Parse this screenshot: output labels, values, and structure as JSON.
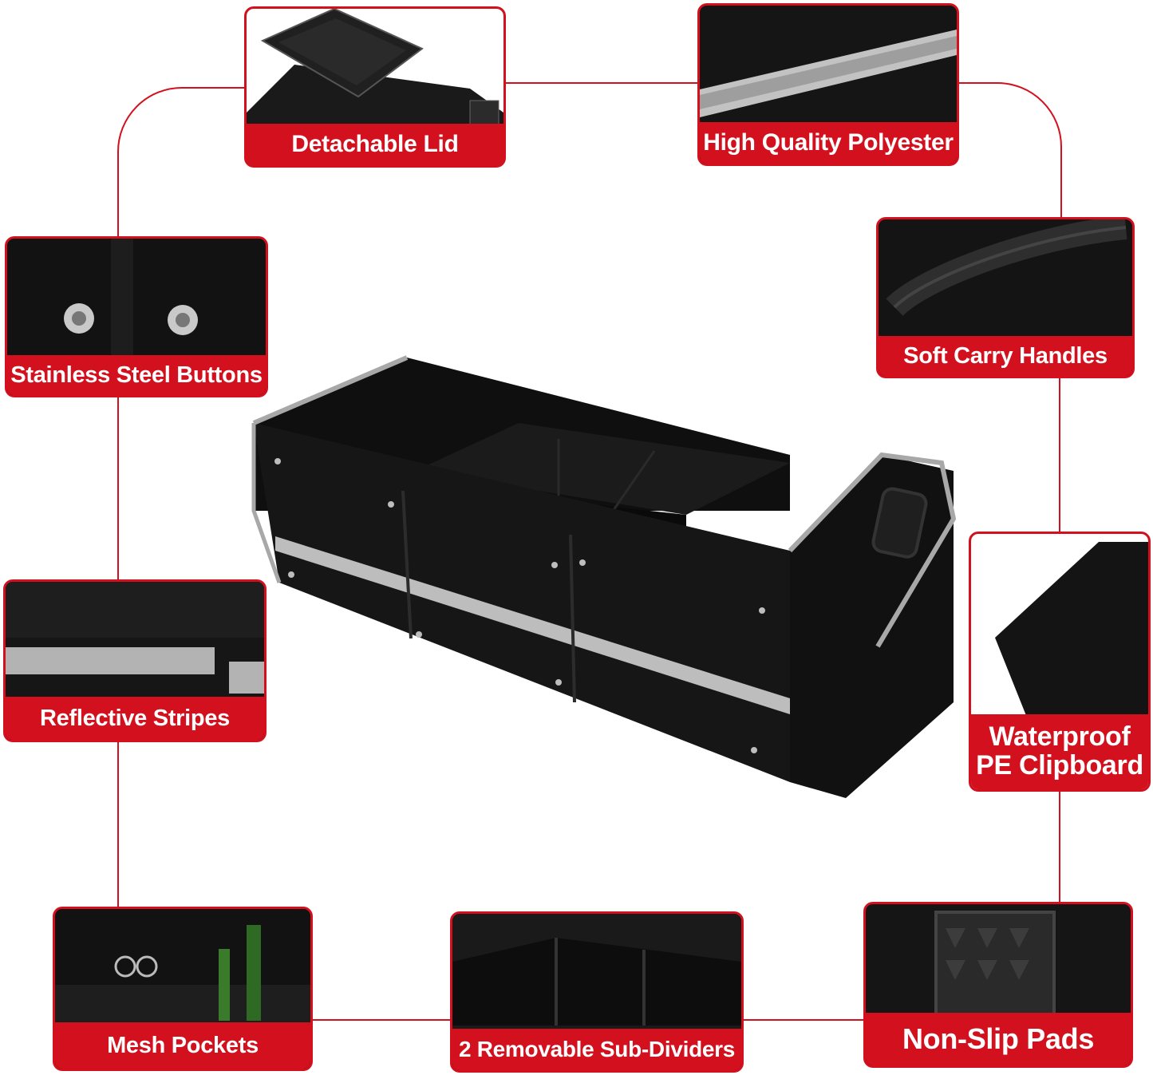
{
  "colors": {
    "accent": "#d3111e",
    "fabric": "#111111",
    "reflective": "#b9b9b9"
  },
  "features": [
    {
      "id": "detachable-lid",
      "label": "Detachable Lid"
    },
    {
      "id": "polyester",
      "label": "High Quality Polyester"
    },
    {
      "id": "buttons",
      "label": "Stainless Steel Buttons"
    },
    {
      "id": "handles",
      "label": "Soft Carry Handles"
    },
    {
      "id": "reflective",
      "label": "Reflective Stripes"
    },
    {
      "id": "clipboard",
      "label_line1": "Waterproof",
      "label_line2": "PE Clipboard"
    },
    {
      "id": "mesh",
      "label": "Mesh Pockets"
    },
    {
      "id": "dividers",
      "label": "2 Removable Sub-Dividers"
    },
    {
      "id": "nonslip",
      "label": "Non-Slip Pads"
    }
  ]
}
